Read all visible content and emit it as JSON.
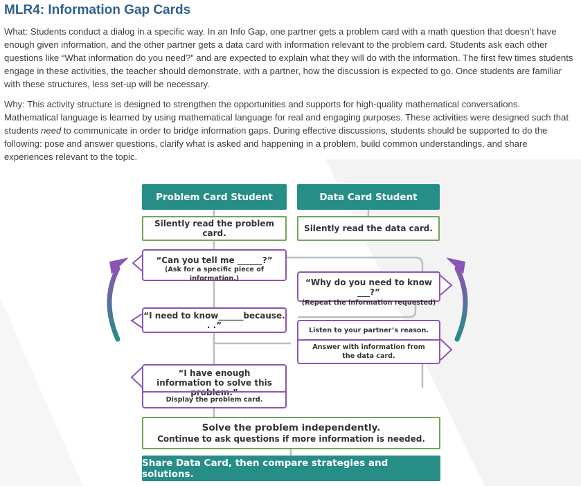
{
  "title": "MLR4: Information Gap Cards",
  "what_text": "What: Students conduct a dialog in a specific way. In an Info Gap, one partner gets a problem card with a math question that doesn’t have enough given information, and the other partner gets a data card with information relevant to the problem card. Students ask each other questions like “What information do you need?” and are expected to explain what they will do with the information. The first few times students engage in these activities, the teacher should demonstrate, with a partner, how the discussion is expected to go. Once students are familiar with these structures, less set-up will be necessary.",
  "why_text_1": "Why: This activity structure is designed to strengthen the opportunities and supports for high-quality mathematical conversations. Mathematical language is learned by using mathematical language for real and engaging purposes. These activities were designed such that students ",
  "why_emphasis": "need",
  "why_text_2": " to communicate in order to bridge information gaps. During effective discussions, students should be supported to do the following: pose and answer questions, clarify what is asked and happening in a problem, build common understandings, and share experiences relevant to the topic.",
  "diagram": {
    "problem_header": "Problem Card Student",
    "data_header": "Data Card Student",
    "problem_read": "Silently read the problem card.",
    "data_read": "Silently read the data card.",
    "ask_quote": "“Can you tell me ______?”",
    "ask_sub": "(Ask for a specific piece of information.)",
    "why_quote": "“Why do you need to know ___?”",
    "why_sub": "(Repeat the information requested)",
    "need_quote": "“I need to know______because. . .”",
    "listen": "Listen to your partner’s reason.",
    "answer": "Answer with information from the data card.",
    "enough_quote": "“I have enough information to solve this problem.”",
    "display": "Display the problem card.",
    "solve_title": "Solve the problem independently.",
    "solve_sub": "Continue to ask questions if more information is needed.",
    "share": "Share Data Card, then compare strategies and solutions."
  },
  "colors": {
    "title": "#2e5f8f",
    "teal": "#268d87",
    "green_border": "#6fa65a",
    "purple_border": "#8c54b5",
    "connector_gray": "#bdbdbd"
  }
}
